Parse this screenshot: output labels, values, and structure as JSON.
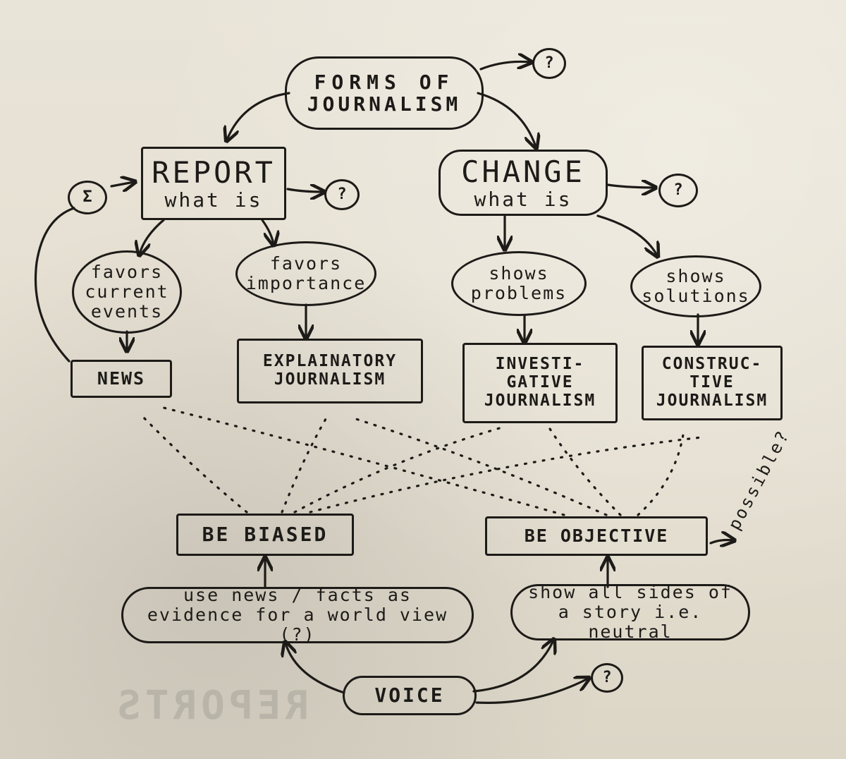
{
  "diagram": {
    "nodes": {
      "forms": {
        "line1": "FORMS OF",
        "line2": "JOURNALISM"
      },
      "q_forms": "?",
      "report": {
        "title": "REPORT",
        "sub": "what is"
      },
      "q_report": "?",
      "sigma": "Σ",
      "change": {
        "title": "CHANGE",
        "sub": "what is"
      },
      "q_change": "?",
      "favors_current": {
        "l1": "favors",
        "l2": "current",
        "l3": "events"
      },
      "favors_importance": {
        "l1": "favors",
        "l2": "importance"
      },
      "shows_problems": {
        "l1": "shows",
        "l2": "problems"
      },
      "shows_solutions": {
        "l1": "shows",
        "l2": "solutions"
      },
      "news": "NEWS",
      "explanatory": {
        "l1": "EXPLAINATORY",
        "l2": "JOURNALISM"
      },
      "investigative": {
        "l1": "INVESTI-",
        "l2": "GATIVE",
        "l3": "JOURNALISM"
      },
      "constructive": {
        "l1": "CONSTRUC-",
        "l2": "TIVE",
        "l3": "JOURNALISM"
      },
      "be_biased": "BE BIASED",
      "be_objective": "BE OBJECTIVE",
      "possible": "possible?",
      "use_news": {
        "l1": "use news / facts as",
        "l2": "evidence for a world view (?)"
      },
      "show_sides": {
        "l1": "show all sides of",
        "l2": "a story i.e. neutral"
      },
      "voice": "VOICE",
      "q_voice": "?",
      "ghost_text": "REPORTS"
    },
    "colors": {
      "ink": "#1d1b18",
      "paper": "#e7e1d3"
    }
  }
}
